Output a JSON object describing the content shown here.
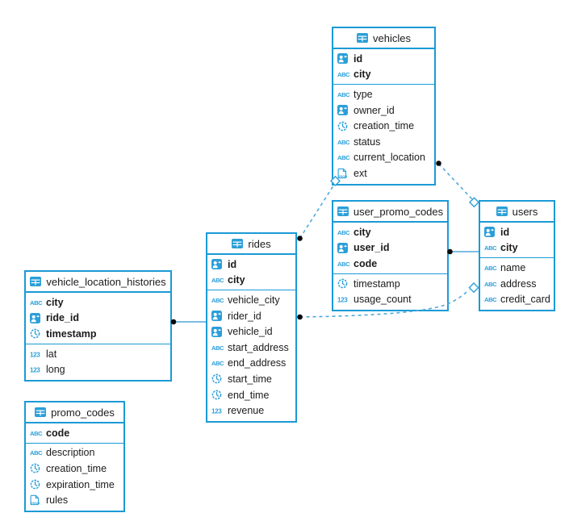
{
  "diagram": {
    "type": "entity-relationship-diagram",
    "tables": [
      {
        "name": "vehicles",
        "columns": [
          {
            "name": "id",
            "type": "id",
            "pk": true
          },
          {
            "name": "city",
            "type": "text",
            "pk": true
          },
          {
            "name": "type",
            "type": "text",
            "pk": false
          },
          {
            "name": "owner_id",
            "type": "id",
            "pk": false
          },
          {
            "name": "creation_time",
            "type": "time",
            "pk": false
          },
          {
            "name": "status",
            "type": "text",
            "pk": false
          },
          {
            "name": "current_location",
            "type": "text",
            "pk": false
          },
          {
            "name": "ext",
            "type": "json",
            "pk": false
          }
        ]
      },
      {
        "name": "user_promo_codes",
        "columns": [
          {
            "name": "city",
            "type": "text",
            "pk": true
          },
          {
            "name": "user_id",
            "type": "id",
            "pk": true
          },
          {
            "name": "code",
            "type": "text",
            "pk": true
          },
          {
            "name": "timestamp",
            "type": "time",
            "pk": false
          },
          {
            "name": "usage_count",
            "type": "number",
            "pk": false
          }
        ]
      },
      {
        "name": "users",
        "columns": [
          {
            "name": "id",
            "type": "id",
            "pk": true
          },
          {
            "name": "city",
            "type": "text",
            "pk": true
          },
          {
            "name": "name",
            "type": "text",
            "pk": false
          },
          {
            "name": "address",
            "type": "text",
            "pk": false
          },
          {
            "name": "credit_card",
            "type": "text",
            "pk": false
          }
        ]
      },
      {
        "name": "rides",
        "columns": [
          {
            "name": "id",
            "type": "id",
            "pk": true
          },
          {
            "name": "city",
            "type": "text",
            "pk": true
          },
          {
            "name": "vehicle_city",
            "type": "text",
            "pk": false
          },
          {
            "name": "rider_id",
            "type": "id",
            "pk": false
          },
          {
            "name": "vehicle_id",
            "type": "id",
            "pk": false
          },
          {
            "name": "start_address",
            "type": "text",
            "pk": false
          },
          {
            "name": "end_address",
            "type": "text",
            "pk": false
          },
          {
            "name": "start_time",
            "type": "time",
            "pk": false
          },
          {
            "name": "end_time",
            "type": "time",
            "pk": false
          },
          {
            "name": "revenue",
            "type": "number",
            "pk": false
          }
        ]
      },
      {
        "name": "vehicle_location_histories",
        "columns": [
          {
            "name": "city",
            "type": "text",
            "pk": true
          },
          {
            "name": "ride_id",
            "type": "id",
            "pk": true
          },
          {
            "name": "timestamp",
            "type": "time",
            "pk": true
          },
          {
            "name": "lat",
            "type": "number",
            "pk": false
          },
          {
            "name": "long",
            "type": "number",
            "pk": false
          }
        ]
      },
      {
        "name": "promo_codes",
        "columns": [
          {
            "name": "code",
            "type": "text",
            "pk": true
          },
          {
            "name": "description",
            "type": "text",
            "pk": false
          },
          {
            "name": "creation_time",
            "type": "time",
            "pk": false
          },
          {
            "name": "expiration_time",
            "type": "time",
            "pk": false
          },
          {
            "name": "rules",
            "type": "json",
            "pk": false
          }
        ]
      }
    ],
    "type_icon_labels": {
      "text": "ABC",
      "number": "123",
      "json": "JSON",
      "id": "id-badge-icon",
      "time": "clock-icon",
      "table": "table-icon"
    },
    "relationships": [
      {
        "from": "rides",
        "to": "vehicles",
        "line": "dashed",
        "from_marker": "dot",
        "to_marker": "diamond"
      },
      {
        "from": "vehicles",
        "to": "users",
        "line": "dashed",
        "from_marker": "dot",
        "to_marker": "diamond"
      },
      {
        "from": "user_promo_codes",
        "to": "users",
        "line": "solid",
        "from_marker": "dot",
        "to_marker": "none"
      },
      {
        "from": "rides",
        "to": "users",
        "line": "dashed",
        "from_marker": "dot",
        "to_marker": "diamond"
      },
      {
        "from": "vehicle_location_histories",
        "to": "rides",
        "line": "solid",
        "from_marker": "dot",
        "to_marker": "none"
      }
    ],
    "colors": {
      "primary": "#1b9ad6",
      "icon": "#2b9fd9",
      "connector": "#4fa9dc",
      "text": "#1b1b1b",
      "marker_dot": "#0b0b0b"
    }
  }
}
